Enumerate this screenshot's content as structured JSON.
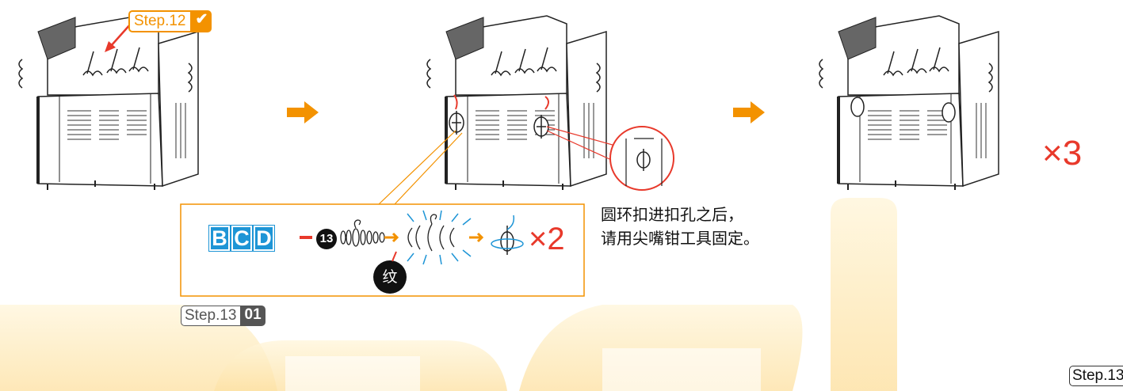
{
  "step12_badge": {
    "label": "Step.12",
    "check": "✔"
  },
  "step13_badge": {
    "label": "Step.13",
    "page": "01"
  },
  "step13_corner_badge": {
    "label": "Step.13",
    "check": "✔"
  },
  "detail_box": {
    "letters": [
      "B",
      "C",
      "D"
    ],
    "dash": "–",
    "part_number": "13",
    "thread_badge": "纹",
    "multiplier": "×2"
  },
  "instruction": {
    "line1": "圆环扣进扣孔之后，",
    "line2": "请用尖嘴钳工具固定。"
  },
  "repeat_multiplier": "×3",
  "colors": {
    "accent_orange": "#f39200",
    "badge_gray": "#555555",
    "red": "#e8392b",
    "blue": "#1e95d6",
    "watermark": "#fde9b8"
  }
}
